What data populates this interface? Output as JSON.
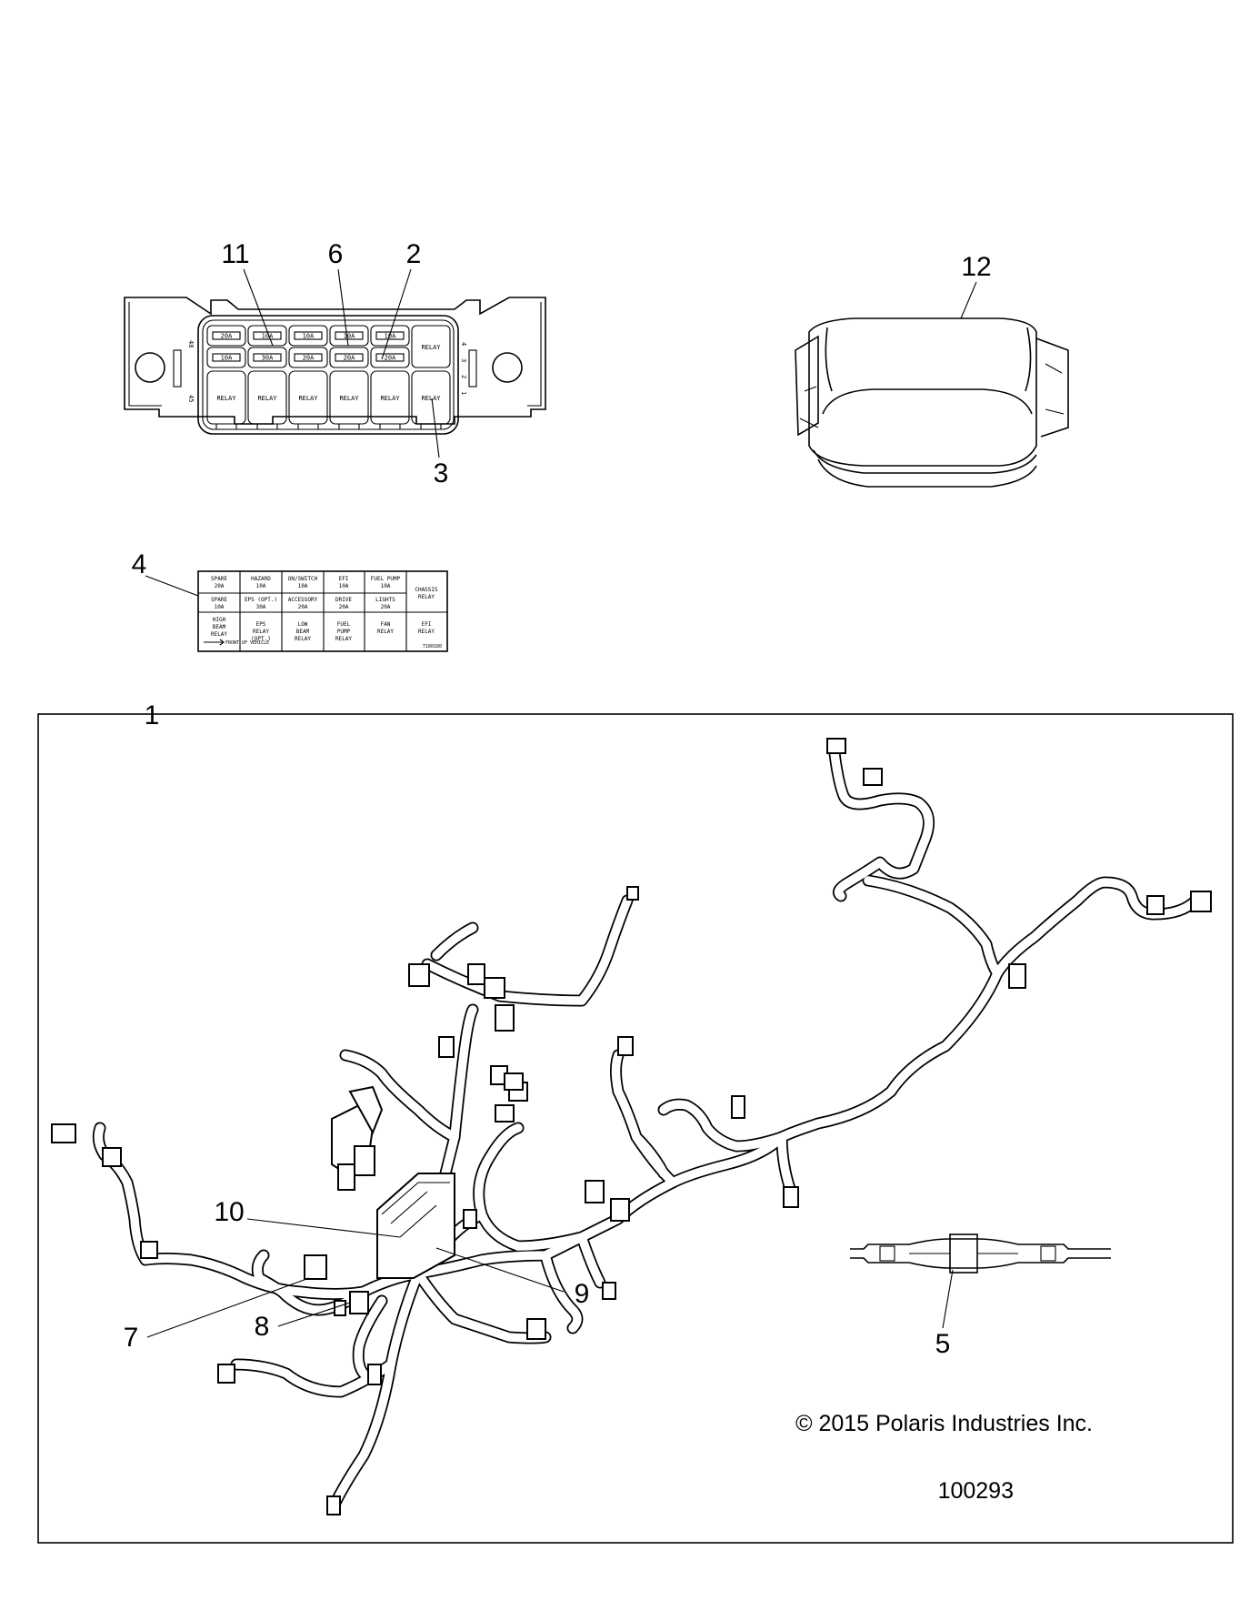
{
  "callouts": {
    "c1": "1",
    "c2": "2",
    "c3": "3",
    "c4": "4",
    "c5": "5",
    "c6": "6",
    "c7": "7",
    "c8": "8",
    "c9": "9",
    "c10": "10",
    "c11": "11",
    "c12": "12"
  },
  "fuse_box": {
    "top_row": [
      "20A",
      "10A",
      "10A",
      "10A",
      "10A"
    ],
    "mid_row": [
      "10A",
      "30A",
      "20A",
      "20A",
      "20A"
    ],
    "relay_label": "RELAY",
    "side_left_top": "48",
    "side_left_bottom": "45",
    "side_right": [
      "4",
      "3",
      "2",
      "1"
    ]
  },
  "decal": {
    "row1": [
      {
        "l1": "SPARE",
        "l2": "20A"
      },
      {
        "l1": "HAZARD",
        "l2": "10A"
      },
      {
        "l1": "ON/SWITCH",
        "l2": "10A"
      },
      {
        "l1": "EFI",
        "l2": "10A"
      },
      {
        "l1": "FUEL PUMP",
        "l2": "10A"
      }
    ],
    "row2": [
      {
        "l1": "SPARE",
        "l2": "10A"
      },
      {
        "l1": "EPS (OPT.)",
        "l2": "30A"
      },
      {
        "l1": "ACCESSORY",
        "l2": "20A"
      },
      {
        "l1": "DRIVE",
        "l2": "20A"
      },
      {
        "l1": "LIGHTS",
        "l2": "20A"
      }
    ],
    "chassis": {
      "l1": "CHASSIS",
      "l2": "RELAY"
    },
    "row3": [
      {
        "l1": "HIGH",
        "l2": "BEAM",
        "l3": "RELAY"
      },
      {
        "l1": "EPS",
        "l2": "RELAY",
        "l3": "(OPT.)"
      },
      {
        "l1": "LOW",
        "l2": "BEAM",
        "l3": "RELAY"
      },
      {
        "l1": "FUEL",
        "l2": "PUMP",
        "l3": "RELAY"
      },
      {
        "l1": "FAN",
        "l2": "RELAY",
        "l3": ""
      },
      {
        "l1": "EFI",
        "l2": "RELAY",
        "l3": ""
      }
    ],
    "front_note": "FRONT OF VEHICLE",
    "part_no": "7180180"
  },
  "copyright": "© 2015 Polaris Industries Inc.",
  "figure_id": "100293"
}
